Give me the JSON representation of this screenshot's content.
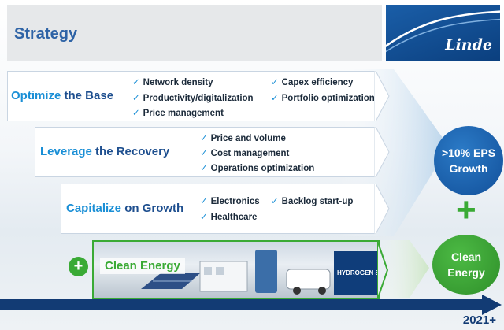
{
  "header": {
    "title": "Strategy"
  },
  "logo": {
    "text": "Linde"
  },
  "pillars": [
    {
      "head_highlight": "Optimize",
      "head_rest": " the Base",
      "bullets_left": [
        "Network density",
        "Productivity/digitalization",
        "Price management"
      ],
      "bullets_right": [
        "Capex efficiency",
        "Portfolio optimization"
      ]
    },
    {
      "head_highlight": "Leverage",
      "head_rest": " the Recovery",
      "bullets_left": [
        "Price and volume",
        "Cost management",
        "Operations optimization"
      ],
      "bullets_right": []
    },
    {
      "head_highlight": "Capitalize",
      "head_rest": " on Growth",
      "bullets_left": [
        "Electronics",
        "Healthcare"
      ],
      "bullets_right": [
        "Backlog start-up"
      ]
    }
  ],
  "clean_energy": {
    "plus": "+",
    "label": "Clean Energy",
    "station_text": "HYDROGEN STATION"
  },
  "outcomes": {
    "eps": {
      "line1": ">10% EPS",
      "line2": "Growth"
    },
    "plus": "+",
    "clean": {
      "line1": "Clean",
      "line2": "Energy"
    }
  },
  "timeline": {
    "year": "2021+"
  },
  "check_mark": "✓",
  "colors": {
    "title": "#2e63a6",
    "highlight": "#1a8fd6",
    "dark_blue": "#1e4f8f",
    "eps_circle": "#1b5fa8",
    "green": "#3aaa35",
    "timeline": "#123b74"
  }
}
